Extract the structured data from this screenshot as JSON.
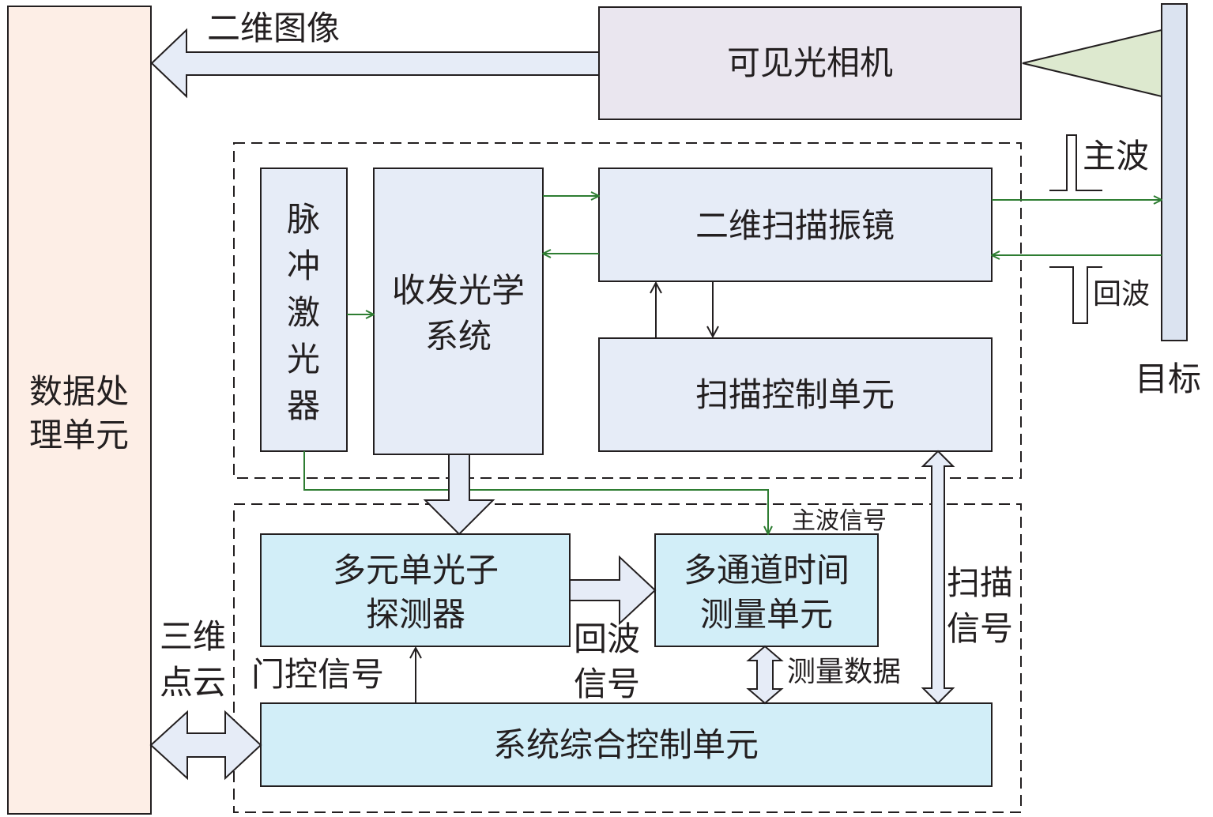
{
  "colors": {
    "data_unit_fill": "#fdeee6",
    "camera_fill": "#eae6ef",
    "scan_block_fill": "#e6ecf7",
    "detect_block_fill": "#d2eef8",
    "target_fill": "#dbe3f0",
    "beam_fill": "#dde9cf",
    "green_arrow": "#2e7d32",
    "outline": "#231f20"
  },
  "blocks": {
    "data_processing": [
      "数据处",
      "理单元"
    ],
    "camera": "可见光相机",
    "pulse_laser": [
      "脉",
      "冲",
      "激",
      "光",
      "器"
    ],
    "txrx_optics": [
      "收发光学",
      "系统"
    ],
    "galvo": "二维扫描振镜",
    "scan_control": "扫描控制单元",
    "spad_detector": [
      "多元单光子",
      "探测器"
    ],
    "tdc": [
      "多通道时间",
      "测量单元"
    ],
    "system_control": "系统综合控制单元"
  },
  "labels": {
    "image_2d": "二维图像",
    "main_wave": "主波",
    "echo_wave": "回波",
    "target": "目标",
    "main_wave_signal": "主波信号",
    "scan_signal": [
      "扫描",
      "信号"
    ],
    "echo_signal": [
      "回波",
      "信号"
    ],
    "gate_signal": "门控信号",
    "point_cloud": [
      "三维",
      "点云"
    ],
    "measurement_data": "测量数据"
  }
}
